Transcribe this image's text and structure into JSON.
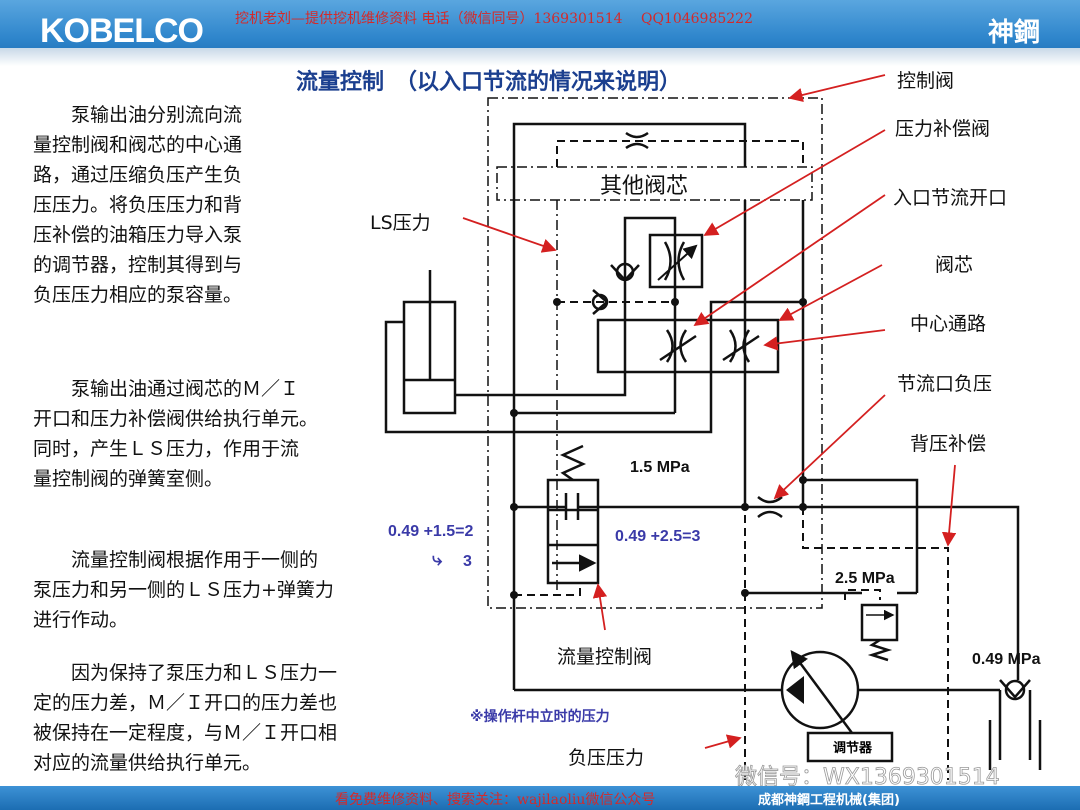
{
  "header": {
    "logo": "KOBELCO",
    "contact": "挖机老刘—提供挖机维修资料 电话（微信同号）1369301514　 QQ1046985222",
    "brand_cn": "神鋼"
  },
  "title": "流量控制　（以入口节流的情况来说明）",
  "paragraphs": [
    {
      "lines": [
        "　　泵输出油分别流向流",
        "量控制阀和阀芯的中心通",
        "路，通过压缩负压产生负",
        "压压力。将负压压力和背",
        "压补偿的油箱压力导入泵",
        "的调节器，控制其得到与",
        "负压压力相应的泵容量。"
      ]
    },
    {
      "lines": [
        "　　泵输出油通过阀芯的Ｍ／Ｉ",
        "开口和压力补偿阀供给执行单元。",
        "同时，产生ＬＳ压力，作用于流",
        "量控制阀的弹簧室侧。"
      ]
    },
    {
      "lines": [
        "　　流量控制阀根据作用于一侧的",
        "泵压力和另一侧的ＬＳ压力+弹簧力",
        "进行作动。"
      ]
    },
    {
      "lines": [
        "　　因为保持了泵压力和ＬＳ压力一",
        "定的压力差，Ｍ／Ｉ开口的压力差也",
        "被保持在一定程度，与Ｍ／Ｉ开口相",
        "对应的流量供给执行单元。"
      ]
    }
  ],
  "callouts": {
    "control_valve": "控制阀",
    "pressure_comp_valve": "压力补偿阀",
    "inlet_throttle": "入口节流开口",
    "spool": "阀芯",
    "center_passage": "中心通路",
    "orifice_negative": "节流口负压",
    "back_pressure_comp": "背压补偿"
  },
  "diagram": {
    "ls_pressure": "LS压力",
    "other_spools": "其他阀芯",
    "spring_pressure": "1.5 MPa",
    "calc_left": "0.49 +1.5=2",
    "calc_left_result": "3",
    "calc_right": "0.49 +2.5=3",
    "relief_pressure": "2.5 MPa",
    "check_pressure": "0.49 MPa",
    "flow_control_valve": "流量控制阀",
    "neutral_note": "※操作杆中立时的压力",
    "negative_pressure": "负压压力",
    "regulator": "调节器",
    "watermark_wechat": "微信号：WX1369301514"
  },
  "footer": {
    "text": "看免费维修资料、搜索关注：wajilaoliu微信公众号",
    "brand": "成都神鋼工程机械(集团)"
  },
  "colors": {
    "valve_fill": "#fbf7c8",
    "accent_blue": "#2f86cc",
    "arrow_red": "#d42020"
  }
}
